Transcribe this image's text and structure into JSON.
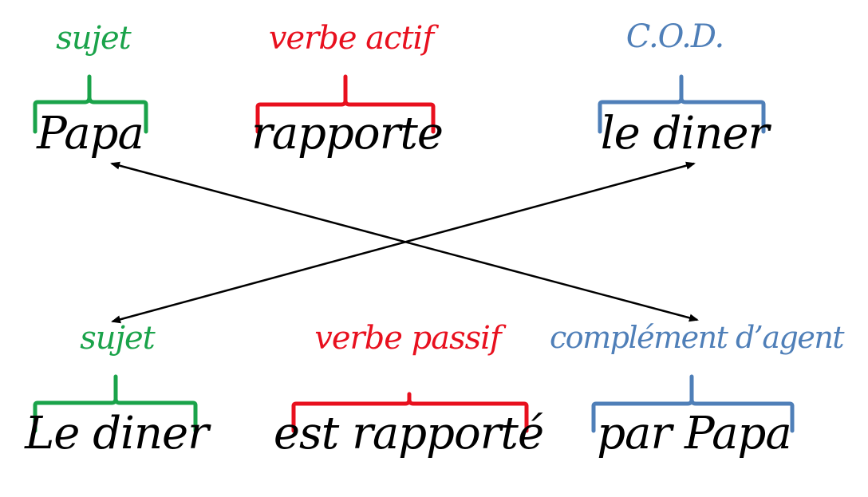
{
  "colors": {
    "subject": "#1aa34a",
    "verb": "#e8101e",
    "object": "#4f7fb8",
    "text": "#000000",
    "arrow": "#000000"
  },
  "active": {
    "subject": {
      "role": "sujet",
      "word": "Papa"
    },
    "verb": {
      "role": "verbe actif",
      "word": "rapporte"
    },
    "object": {
      "role": "C.O.D.",
      "word": "le diner"
    }
  },
  "passive": {
    "subject": {
      "role": "sujet",
      "word": "Le diner"
    },
    "verb": {
      "role": "verbe passif",
      "word": "est rapporté"
    },
    "object": {
      "role": "complément d’agent",
      "word": "par Papa"
    }
  }
}
